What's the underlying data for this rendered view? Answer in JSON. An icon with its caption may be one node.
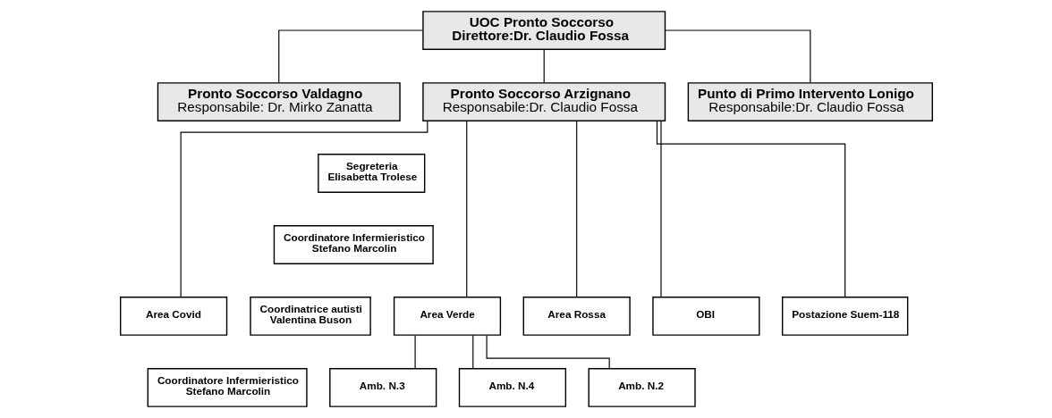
{
  "diagram": {
    "nodes": [
      {
        "text": [
          "UOC Pronto Soccorso",
          "Direttore:Dr. Claudio Fossa"
        ]
      },
      {
        "text": [
          "Pronto Soccorso Valdagno",
          "Responsabile: Dr. Mirko Zanatta"
        ]
      },
      {
        "text": [
          "Pronto Soccorso Arzignano",
          "Responsabile:Dr. Claudio Fossa"
        ]
      },
      {
        "text": [
          "Punto di Primo Intervento Lonigo",
          "Responsabile:Dr. Claudio Fossa"
        ]
      },
      {
        "text": [
          "Segreteria",
          "Elisabetta Trolese"
        ]
      },
      {
        "text": [
          "Coordinatore Infermieristico",
          "Stefano Marcolin"
        ]
      },
      {
        "text": [
          "Area Verde"
        ]
      },
      {
        "text": [
          "Area Rossa"
        ]
      },
      {
        "text": [
          "OBI"
        ]
      },
      {
        "text": [
          "Area Covid"
        ]
      },
      {
        "text": [
          "Postazione Suem-118"
        ]
      },
      {
        "text": [
          "Coordinatrice autisti",
          "Valentina Buson"
        ]
      },
      {
        "text": [
          "Coordinatore Infermieristico",
          "Stefano Marcolin"
        ]
      },
      {
        "text": [
          "Amb. N.2"
        ]
      },
      {
        "text": [
          "Amb. N.3"
        ]
      },
      {
        "text": [
          "Amb. N.4"
        ]
      }
    ],
    "edges": [
      {
        "from": 0,
        "to": 1,
        "arrow": "none"
      },
      {
        "from": 0,
        "to": 2,
        "arrow": "none"
      },
      {
        "from": 0,
        "to": 3,
        "arrow": "none"
      },
      {
        "from": 2,
        "to": 6,
        "arrow": "none"
      },
      {
        "from": 2,
        "to": 7,
        "arrow": "none"
      },
      {
        "from": 2,
        "to": 8,
        "arrow": "none"
      },
      {
        "from": 2,
        "to": 9,
        "arrow": "none"
      },
      {
        "from": 2,
        "to": 10,
        "arrow": "none"
      },
      {
        "from": 6,
        "to": 13,
        "arrow": "none"
      },
      {
        "from": 6,
        "to": 14,
        "arrow": "none"
      },
      {
        "from": 6,
        "to": 15,
        "arrow": "none"
      }
    ]
  }
}
